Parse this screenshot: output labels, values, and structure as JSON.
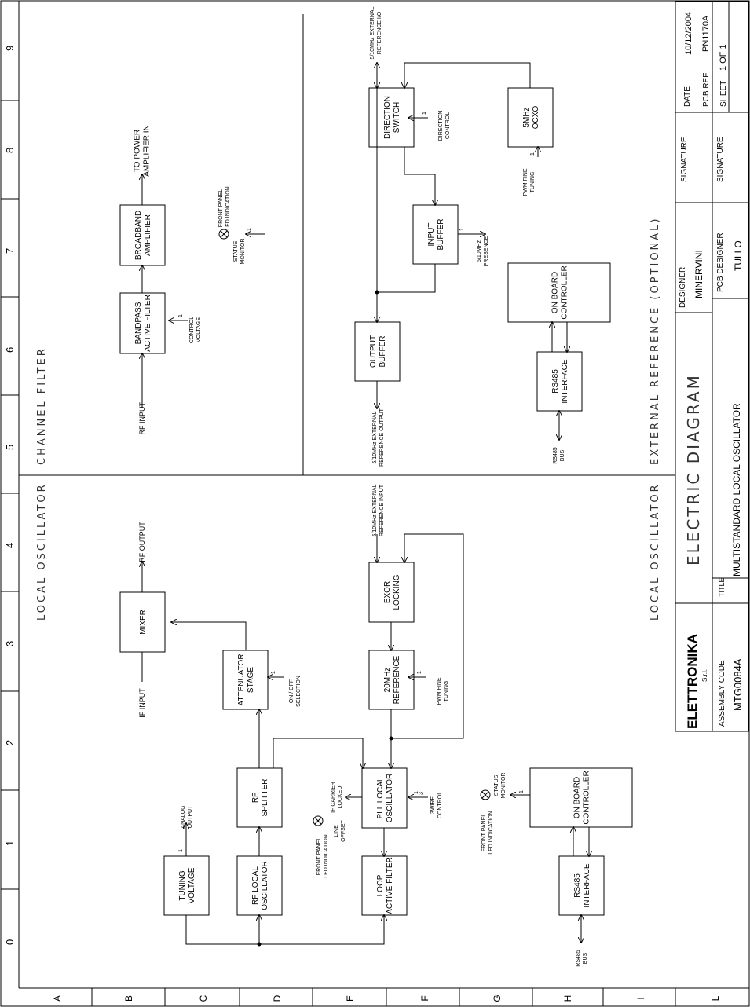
{
  "frame": {
    "rows": [
      "9",
      "8",
      "7",
      "6",
      "5",
      "4",
      "3",
      "2",
      "1",
      "0"
    ],
    "cols": [
      "A",
      "B",
      "C",
      "D",
      "E",
      "F",
      "G",
      "H",
      "I",
      "L"
    ]
  },
  "sections": {
    "channel_filter": "CHANNEL FILTER",
    "local_oscillator_left": "LOCAL OSCILLATOR",
    "external_reference": "EXTERNAL REFERENCE (OPTIONAL)",
    "local_oscillator_right": "LOCAL OSCILLATOR"
  },
  "blocks": {
    "bandpass": [
      "BANDPASS",
      "ACTIVE FILTER"
    ],
    "broadband": [
      "BROADBAND",
      "AMPLIFIER"
    ],
    "mixer": [
      "MIXER"
    ],
    "attenuator": [
      "ATTENUATOR",
      "STAGE"
    ],
    "splitter": [
      "RF",
      "SPLITTER"
    ],
    "rf_lo": [
      "RF LOCAL",
      "OSCILLATOR"
    ],
    "tuning": [
      "TUNING",
      "VOLTAGE"
    ],
    "pll": [
      "PLL LOCAL",
      "OSCILLATOR"
    ],
    "loop": [
      "LOOP",
      "ACTIVE FILTER"
    ],
    "exor": [
      "EXOR",
      "LOCKING"
    ],
    "ref20": [
      "20MHz",
      "REFERENCE"
    ],
    "controller_lo": [
      "ON BOARD",
      "CONTROLLER"
    ],
    "rs485_lo": [
      "RS485",
      "INTERFACE"
    ],
    "direction": [
      "DIRECTION",
      "SWITCH"
    ],
    "ocxo": [
      "5MHz",
      "OCXO"
    ],
    "input_buffer": [
      "INPUT",
      "BUFFER"
    ],
    "output_buffer": [
      "OUTPUT",
      "BUFFER"
    ],
    "controller_ext": [
      "ON BOARD",
      "CONTROLLER"
    ],
    "rs485_ext": [
      "RS485",
      "INTERFACE"
    ]
  },
  "labels": {
    "rf_input": "RF INPUT",
    "to_power_amp": [
      "TO POWER",
      "AMPLIFIER IN"
    ],
    "control_voltage": [
      "CONTROL",
      "VOLTAGE"
    ],
    "front_panel_led_1": [
      "FRONT PANEL",
      "LED INDICATION"
    ],
    "status_monitor_1": [
      "STATUS",
      "MONITOR"
    ],
    "if_input": "IF INPUT",
    "rf_output": "RF OUTPUT",
    "on_off": [
      "ON / OFF",
      "SELECTION"
    ],
    "analog_output": [
      "ANALOG",
      "OUTPUT"
    ],
    "if_carrier_locked": [
      "IF CARRIER",
      "LOCKED"
    ],
    "front_panel_led_2": [
      "FRONT PANEL",
      "LED INDICATION"
    ],
    "line_offset": [
      "LINE",
      "OFFSET"
    ],
    "wire_control": [
      "3WIRE",
      "CONTROL"
    ],
    "ext_ref_input": [
      "5/10MHz EXTERNAL",
      "REFERENCE INPUT"
    ],
    "pwm_fine_1": [
      "PWM FINE",
      "TUNING"
    ],
    "front_panel_led_3": [
      "FRONT PANEL",
      "LED INDICATION"
    ],
    "status_monitor_2": [
      "STATUS",
      "MONITOR"
    ],
    "rs485_bus_1": [
      "RS485",
      "BUS"
    ],
    "ext_ref_io": [
      "5/10MHz EXTERNAL",
      "REFERENCE I/O"
    ],
    "direction_control": [
      "DIRECTION",
      "CONTROL"
    ],
    "pwm_fine_2": [
      "PWM FINE",
      "TUNING"
    ],
    "presence": [
      "5/10MHz",
      "PRESENCE"
    ],
    "ext_ref_output": [
      "5/10MHz EXTERNAL",
      "REFERENCE OUTPUT"
    ],
    "rs485_bus_2": [
      "RS485",
      "BUS"
    ],
    "pin_1": "1",
    "pin_3": "3"
  },
  "title_block": {
    "logo": "ELETTRONIKA",
    "logo_suffix": "S.r.l.",
    "title_main": "ELECTRIC DIAGRAM",
    "title_label": "TITLE",
    "title_value": "MULTISTANDARD LOCAL OSCILLATOR",
    "assembly_label": "ASSEMBLY CODE",
    "assembly_value": "MTG0084A",
    "designer_label": "DESIGNER",
    "designer_value": "MINERVINI",
    "signature_label_1": "SIGNATURE",
    "pcb_designer_label": "PCB DESIGNER",
    "pcb_designer_value": "TULLO",
    "signature_label_2": "SIGNATURE",
    "date_label": "DATE",
    "date_value": "10/12/2004",
    "pcb_ref_label": "PCB REF",
    "pcb_ref_value": "PN1170A",
    "sheet_label": "SHEET",
    "sheet_value": "1 OF 1"
  }
}
